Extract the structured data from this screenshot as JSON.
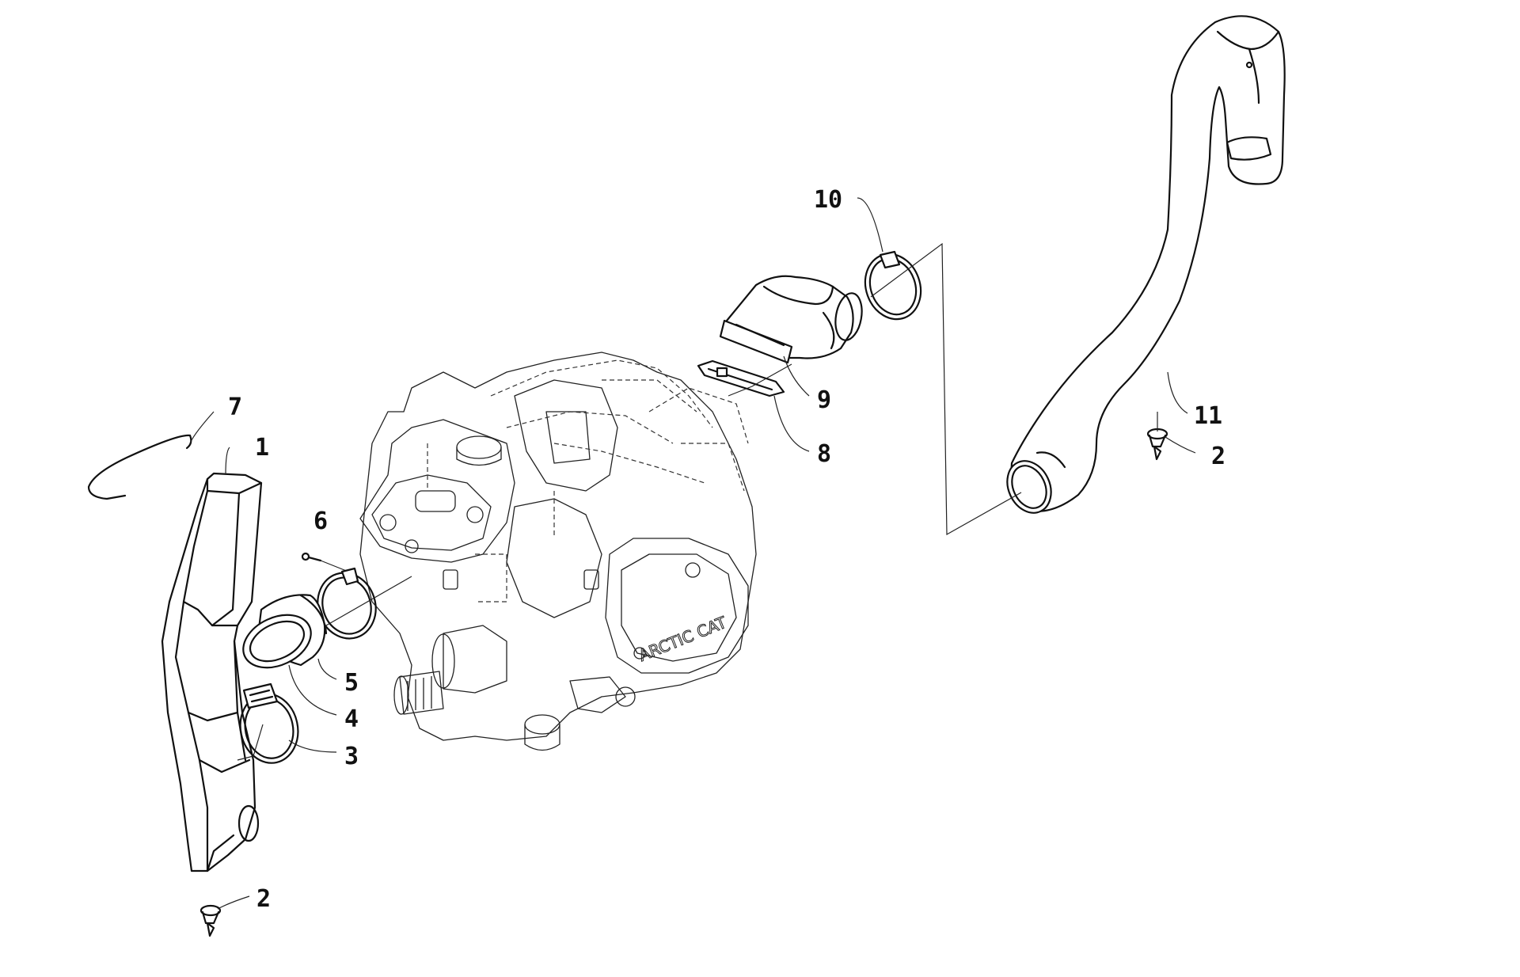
{
  "callouts": {
    "c1": "1",
    "c2a": "2",
    "c2b": "2",
    "c3": "3",
    "c4": "4",
    "c5": "5",
    "c6": "6",
    "c7": "7",
    "c8": "8",
    "c9": "9",
    "c10": "10",
    "c11": "11"
  },
  "engine_stamp": "ARCTIC CAT",
  "colors": {
    "line": "#111111",
    "background": "#ffffff"
  }
}
